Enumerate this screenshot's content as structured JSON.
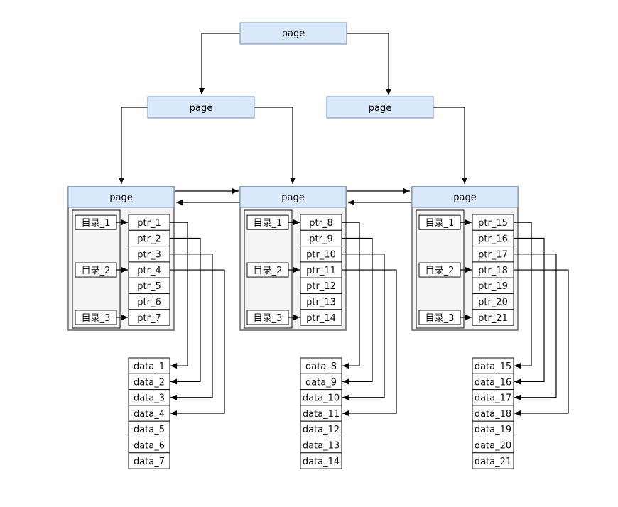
{
  "root_page": "page",
  "mid_pages": [
    "page",
    "page"
  ],
  "leaves": [
    {
      "page": "page",
      "dirs": [
        "目录_1",
        "目录_2",
        "目录_3"
      ],
      "ptrs": [
        "ptr_1",
        "ptr_2",
        "ptr_3",
        "ptr_4",
        "ptr_5",
        "ptr_6",
        "ptr_7"
      ],
      "data": [
        "data_1",
        "data_2",
        "data_3",
        "data_4",
        "data_5",
        "data_6",
        "data_7"
      ]
    },
    {
      "page": "page",
      "dirs": [
        "目录_1",
        "目录_2",
        "目录_3"
      ],
      "ptrs": [
        "ptr_8",
        "ptr_9",
        "ptr_10",
        "ptr_11",
        "ptr_12",
        "ptr_13",
        "ptr_14"
      ],
      "data": [
        "data_8",
        "data_9",
        "data_10",
        "data_11",
        "data_12",
        "data_13",
        "data_14"
      ]
    },
    {
      "page": "page",
      "dirs": [
        "目录_1",
        "目录_2",
        "目录_3"
      ],
      "ptrs": [
        "ptr_15",
        "ptr_16",
        "ptr_17",
        "ptr_18",
        "ptr_19",
        "ptr_20",
        "ptr_21"
      ],
      "data": [
        "data_15",
        "data_16",
        "data_17",
        "data_18",
        "data_19",
        "data_20",
        "data_21"
      ]
    }
  ]
}
